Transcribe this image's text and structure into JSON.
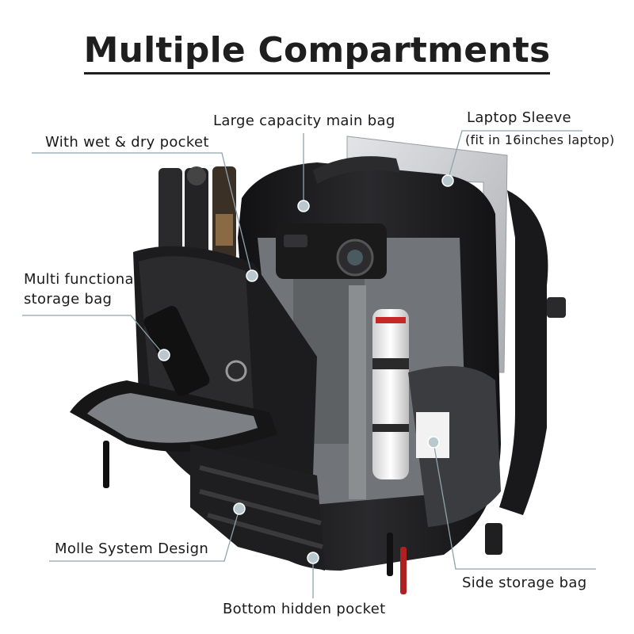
{
  "title": "Multiple Compartments",
  "labels": {
    "wet_dry": "With wet & dry pocket",
    "main_bag": "Large capacity main bag",
    "laptop": "Laptop Sleeve",
    "laptop_note": "(fit in 16inches laptop)",
    "multi_1": "Multi functional",
    "multi_2": "storage bag",
    "molle": "Molle System Design",
    "side": "Side storage bag",
    "bottom": "Bottom hidden pocket"
  },
  "colors": {
    "leader_line": "#8fa3ad",
    "dot": "#b9c8cf",
    "bag_black": "#1b1b1d",
    "interior_grey": "#7c7f82",
    "laptop_silver": "#c9cbce"
  },
  "image": {
    "subject": "black camera backpack with open compartments holding a camera, lenses and tripod, and a laptop"
  }
}
